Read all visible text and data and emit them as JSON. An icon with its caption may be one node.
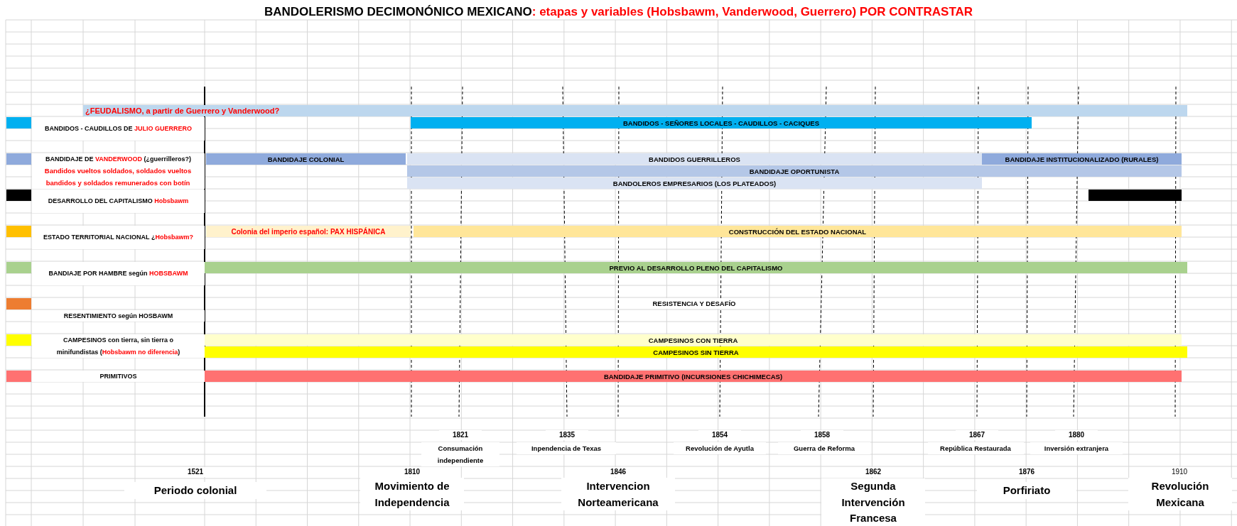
{
  "diagram": {
    "title": "BANDOLERISMO DECIMONÓNICO MEXICANO",
    "nodes": [
      {
        "text": [
          "¿FEUDALISMO, a partir de Guerrero y Vanderwood?"
        ]
      },
      {
        "text": [
          "BANDIDOS - SEÑORES LOCALES - CAUDILLOS - CACIQUES"
        ]
      },
      {
        "text": [
          "BANDIDAJE COLONIAL"
        ]
      },
      {
        "text": [
          "BANDIDOS GUERRILLEROS"
        ]
      },
      {
        "text": [
          "BANDIDAJE INSTITUCIONALIZADO (RURALES)"
        ]
      },
      {
        "text": [
          "BANDIDAJE OPORTUNISTA"
        ]
      },
      {
        "text": [
          "BANDOLEROS EMPRESARIOS (LOS PLATEADOS)"
        ]
      },
      {
        "text": [],
        "shape": "bar"
      },
      {
        "text": [
          "Colonia del imperio español: PAX HISPÁNICA"
        ]
      },
      {
        "text": [
          "CONSTRUCCIÓN DEL ESTADO NACIONAL"
        ]
      },
      {
        "text": [
          "PREVIO AL DESARROLLO PLENO DEL CAPITALISMO"
        ]
      },
      {
        "text": [
          "CAMPESINOS CON TIERRA"
        ]
      },
      {
        "text": [
          "CAMPESINOS SIN TIERRA"
        ]
      },
      {
        "text": [
          "BANDIDAJE PRIMITIVO (INCURSIONES CHICHIMECAS)"
        ]
      }
    ],
    "labels": [
      ": etapas y variables (Hobsbawm, Vanderwood, Guerrero) POR CONTRASTAR",
      "Bandidos vueltos soldados, soldados vueltos bandidos y soldados remunerados con botín",
      "RESISTENCIA Y DESAFÍO",
      "1821",
      "1835",
      "1854",
      "1858",
      "1867",
      "1880",
      "Consumación independiente",
      "Inpendencia de Texas",
      "Revolución de Ayutla",
      "Guerra de Reforma",
      "República Restaurada",
      "Inversión extranjera",
      "1521",
      "1810",
      "1846",
      "1862",
      "1876",
      "1910",
      "Periodo colonial",
      "Movimiento de Independencia",
      "Intervencion Norteamericana",
      "Segunda Intervención Francesa",
      "Porfiriato",
      "Revolución Mexicana"
    ],
    "legend": [
      {
        "text": "BANDIDOS - CAUDILLOS DE JULIO GUERRERO",
        "color": "#00b0f0"
      },
      {
        "text": "BANDIDAJE DE VANDERWOOD (¿guerrilleros?)",
        "color": "#8faadc"
      },
      {
        "text": "DESARROLLO DEL CAPITALISMO Hobsbawm",
        "color": "#000000"
      },
      {
        "text": "ESTADO TERRITORIAL NACIONAL ¿Hobsbawm?",
        "color": "#ffc000"
      },
      {
        "text": "BANDIAJE POR HAMBRE según HOBSBAWM",
        "color": "#a9d18e"
      },
      {
        "text": "RESENTIMIENTO según HOSBAWM",
        "color": "#ed7d31"
      },
      {
        "text": "CAMPESINOS con tierra, sin tierra o minifundistas (Hobsbawm no diferencia)",
        "color": "#ffff00"
      },
      {
        "text": "PRIMITIVOS",
        "color": "#ff7171"
      }
    ]
  }
}
